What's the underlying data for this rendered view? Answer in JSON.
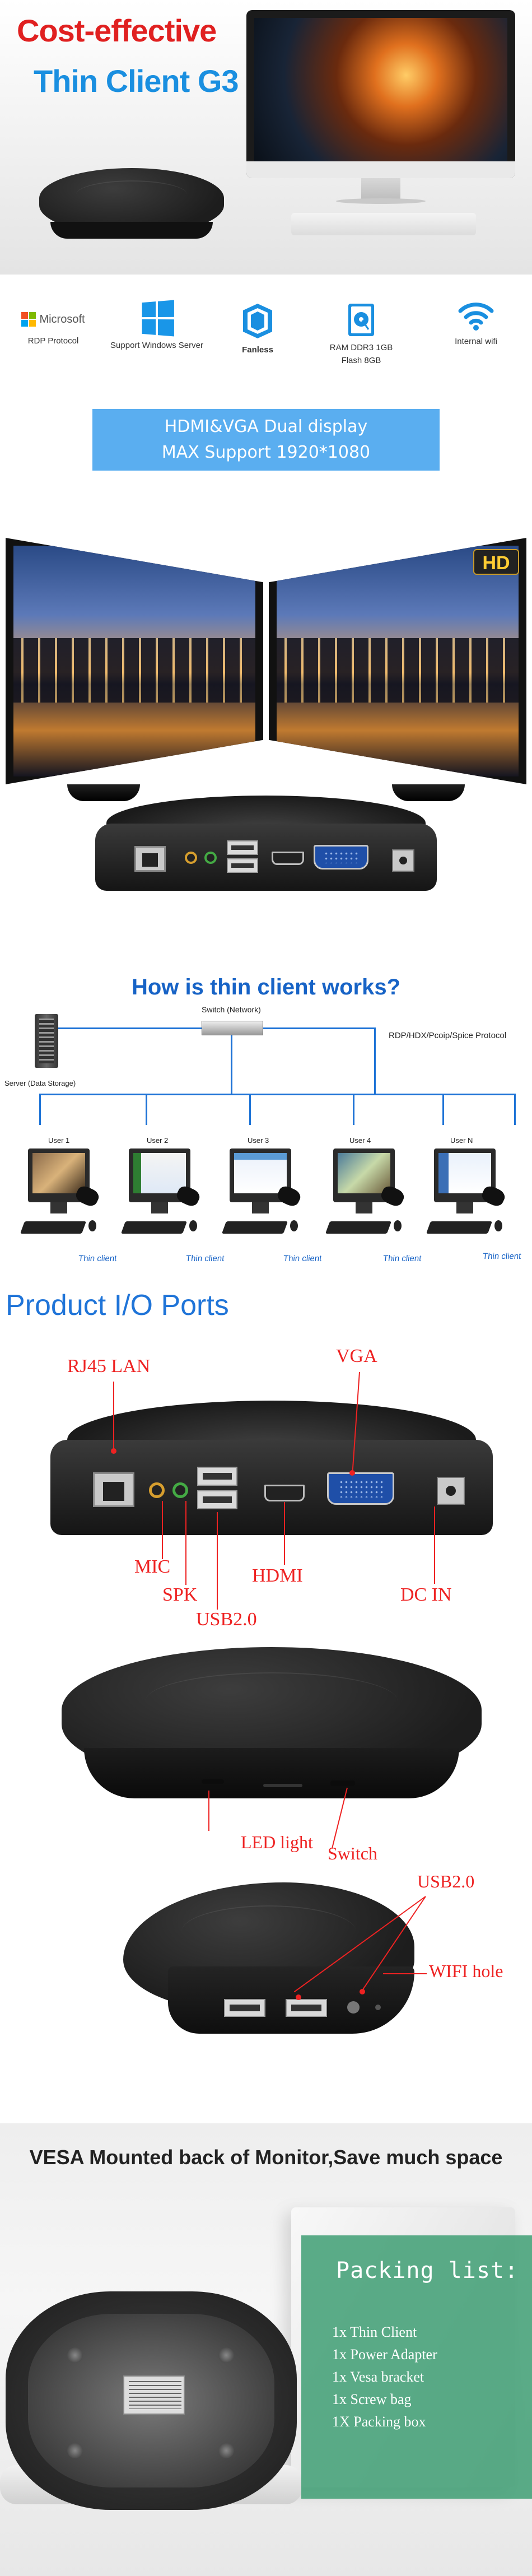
{
  "hero": {
    "line1": "Cost-effective",
    "line2": "Thin Client G3",
    "colors": {
      "line1": "#e02020",
      "line2": "#1a8fe0"
    }
  },
  "features": [
    {
      "icon": "microsoft-logo-icon",
      "logo_text": "Microsoft",
      "label": "RDP Protocol"
    },
    {
      "icon": "windows-logo-icon",
      "label": "Support Windows Server"
    },
    {
      "icon": "fan-icon",
      "label": "Fanless"
    },
    {
      "icon": "hard-drive-icon",
      "label": "RAM DDR3 1GB",
      "label2": "Flash 8GB"
    },
    {
      "icon": "wifi-icon",
      "label": "Internal wifi"
    }
  ],
  "banner": {
    "line1": "HDMI&VGA Dual display",
    "line2": "MAX Support 1920*1080",
    "color": "#5aaef0"
  },
  "dual_display": {
    "badge": "HD"
  },
  "how_it_works": {
    "title": "How is thin client works?",
    "server_label": "Server (Data Storage)",
    "switch_label": "Switch (Network)",
    "protocol_label": "RDP/HDX/Pcoip/Spice Protocol",
    "users": [
      "User 1",
      "User 2",
      "User 3",
      "User 4",
      "User N"
    ],
    "client_label": "Thin client"
  },
  "io_ports": {
    "title": "Product I/O Ports",
    "labels": {
      "rj45": "RJ45 LAN",
      "vga": "VGA",
      "mic": "MIC",
      "spk": "SPK",
      "usb": "USB2.0",
      "hdmi": "HDMI",
      "dcin": "DC IN",
      "led": "LED light",
      "switch": "Switch",
      "usb_side": "USB2.0",
      "wifi": "WIFI hole"
    },
    "callout_color": "#ee2222"
  },
  "vesa": {
    "title": "VESA Mounted back of Monitor,Save much space",
    "packing_title": "Packing list:",
    "packing_items": [
      "1x Thin Client",
      "1x Power Adapter",
      "1x Vesa bracket",
      "1x Screw bag",
      "1X Packing box"
    ]
  }
}
